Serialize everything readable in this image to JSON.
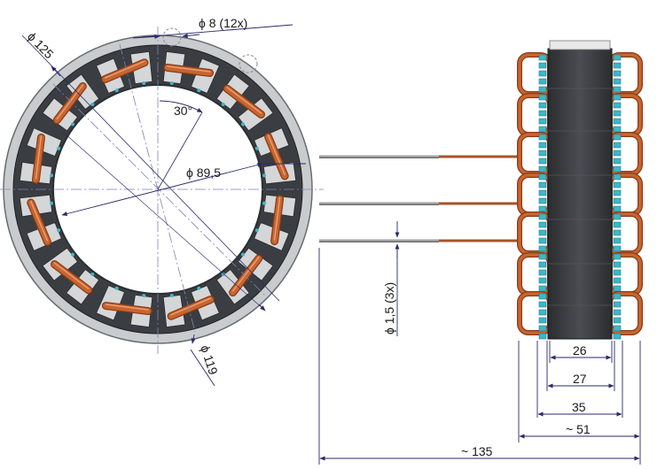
{
  "drawing": {
    "labels": {
      "hole_dia": "ϕ 8 (12x)",
      "bolt_circle": "ϕ 125",
      "angle": "30°",
      "inner_dia": "ϕ 89,5",
      "outer_dia": "ϕ 119",
      "lead_dia": "ϕ 1,5 (3x)",
      "w26": "26",
      "w27": "27",
      "w35": "35",
      "w51": "~ 51",
      "w135": "~ 135"
    },
    "specs": {
      "slot_count": 24,
      "hole_count": 12,
      "lead_count": 3,
      "angle_deg": 30
    },
    "colors": {
      "copper": "#c8652f",
      "copper_dark": "#8a3b17",
      "lamination": "#3a3d41",
      "lamination_light": "#8c9094",
      "ring_outer": "#b9bcbf",
      "insulation": "#3fb6c8",
      "dimension_line": "#2a2a6a",
      "center_line": "#7a7ab0"
    }
  }
}
